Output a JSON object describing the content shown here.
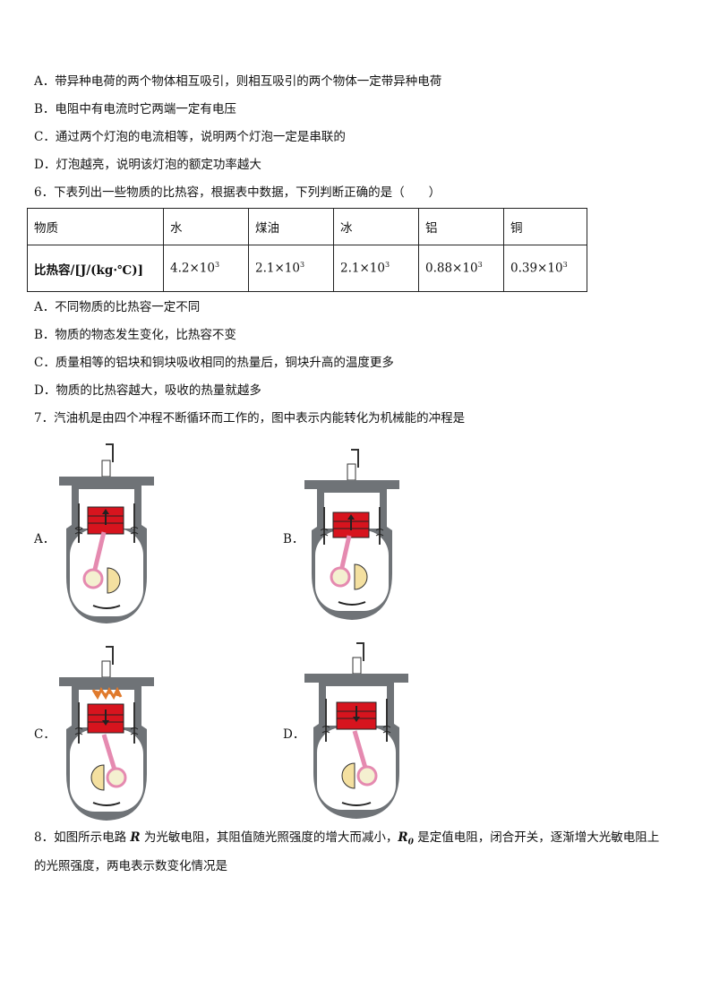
{
  "q5_options": {
    "A": "A．带异种电荷的两个物体相互吸引，则相互吸引的两个物体一定带异种电荷",
    "B": "B．电阻中有电流时它两端一定有电压",
    "C": "C．通过两个灯泡的电流相等，说明两个灯泡一定是串联的",
    "D": "D．灯泡越亮，说明该灯泡的额定功率越大"
  },
  "q6": {
    "stem": "6．下表列出一些物质的比热容，根据表中数据，下列判断正确的是（　　）",
    "table": {
      "header": [
        "物质",
        "水",
        "煤油",
        "冰",
        "铝",
        "铜"
      ],
      "row_label": "比热容/[J/(kg·℃)]",
      "values": [
        {
          "mantissa": "4.2×10",
          "exp": "3"
        },
        {
          "mantissa": "2.1×10",
          "exp": "3"
        },
        {
          "mantissa": "2.1×10",
          "exp": "3"
        },
        {
          "mantissa": "0.88×10",
          "exp": "3"
        },
        {
          "mantissa": "0.39×10",
          "exp": "3"
        }
      ]
    },
    "options": {
      "A": "A．不同物质的比热容一定不同",
      "B": "B．物质的物态发生变化，比热容不变",
      "C": "C．质量相等的铝块和铜块吸收相同的热量后，铜块升高的温度更多",
      "D": "D．物质的比热容越大，吸收的热量就越多"
    }
  },
  "q7": {
    "stem": "7．汽油机是由四个冲程不断循环而工作的，图中表示内能转化为机械能的冲程是",
    "labels": [
      "A．",
      "B．",
      "C．",
      "D．"
    ]
  },
  "q8": {
    "line1_a": "8．如图所示电路 ",
    "line1_R": "R",
    "line1_b": " 为光敏电阻，其阻值随光照强度的增大而减小，",
    "line1_R0": "R",
    "line1_R0_sub": "0",
    "line1_c": " 是定值电阻，闭合开关，逐渐增大光敏电阻上",
    "line2": "的光照强度，两电表示数变化情况是"
  },
  "colors": {
    "piston": "#d7141e",
    "metal": "#6f7377",
    "rod": "#e58ab0",
    "spark": "#e07a2c"
  }
}
